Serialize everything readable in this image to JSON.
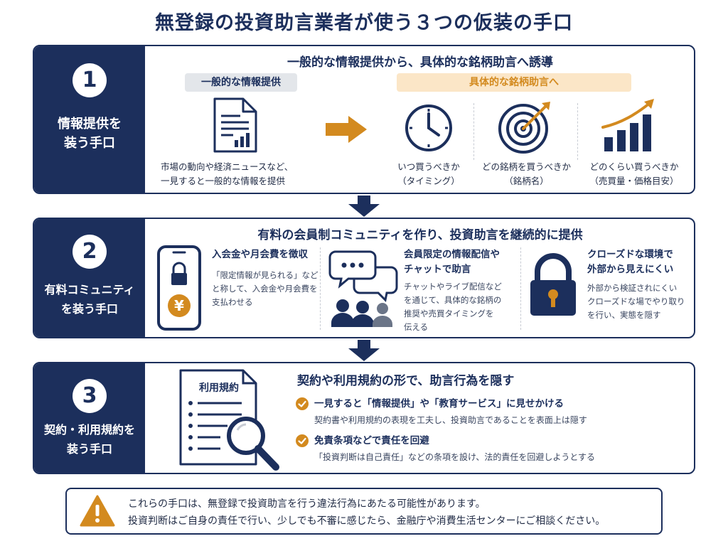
{
  "title": "無登録の投資助言業者が使う３つの仮装の手口",
  "sections": [
    {
      "number": "1",
      "label_lines": [
        "情報提供を",
        "装う手口"
      ],
      "heading": "一般的な情報提供から、具体的な銘柄助言へ誘導",
      "left_pill": "一般的な情報提供",
      "left_text": [
        "市場の動向や経済ニュースなど、",
        "一見すると一般的な情報を提供"
      ],
      "right_pill": "具体的な銘柄助言へ",
      "items": [
        {
          "lines": [
            "いつ買うべきか",
            "（タイミング）"
          ],
          "icon": "clock-icon"
        },
        {
          "lines": [
            "どの銘柄を買うべきか",
            "（銘柄名）"
          ],
          "icon": "target-icon"
        },
        {
          "lines": [
            "どのくらい買うべきか",
            "（売買量・価格目安）"
          ],
          "icon": "bar-growth-icon"
        }
      ]
    },
    {
      "number": "2",
      "label_lines": [
        "有料コミュニティ",
        "を装う手口"
      ],
      "heading": "有料の会員制コミュニティを作り、投資助言を継続的に提供",
      "cols": [
        {
          "title_lines": [
            "入会金や月会費を徴収"
          ],
          "desc": [
            "「限定情報が見られる」など",
            "と称して、入会金や月会費を",
            "支払わせる"
          ],
          "icon": "phone-yen-icon",
          "yen": "¥"
        },
        {
          "title_lines": [
            "会員限定の情報配信や",
            "チャットで助言"
          ],
          "desc": [
            "チャットやライブ配信など",
            "を通じて、具体的な銘柄の",
            "推奨や売買タイミングを",
            "伝える"
          ],
          "icon": "chat-people-icon"
        },
        {
          "title_lines": [
            "クローズドな環境で",
            "外部から見えにくい"
          ],
          "desc": [
            "外部から検証されにくい",
            "クローズドな場でやり取り",
            "を行い、実態を隠す"
          ],
          "icon": "padlock-icon"
        }
      ]
    },
    {
      "number": "3",
      "label_lines": [
        "契約・利用規約を",
        "装う手口"
      ],
      "heading": "契約や利用規約の形で、助言行為を隠す",
      "doc_label": "利用規約",
      "points": [
        {
          "title": "一見すると「情報提供」や「教育サービス」に見せかける",
          "desc": "契約書や利用規約の表現を工夫し、投資助言であることを表面上は隠す"
        },
        {
          "title": "免責条項などで責任を回避",
          "desc": "「投資判断は自己責任」などの条項を設け、法的責任を回避しようとする"
        }
      ]
    }
  ],
  "warning": {
    "line1": "これらの手口は、無登録で投資助言を行う違法行為にあたる可能性があります。",
    "line2": "投資判断はご自身の責任で行い、少しでも不審に感じたら、金融庁や消費生活センターにご相談ください。",
    "icon": "warning-triangle-icon"
  },
  "colors": {
    "navy": "#1c2f5c",
    "orange": "#d38a1f",
    "pill_gray": "#e3e6ea",
    "pill_orange": "#fbe6c7"
  }
}
